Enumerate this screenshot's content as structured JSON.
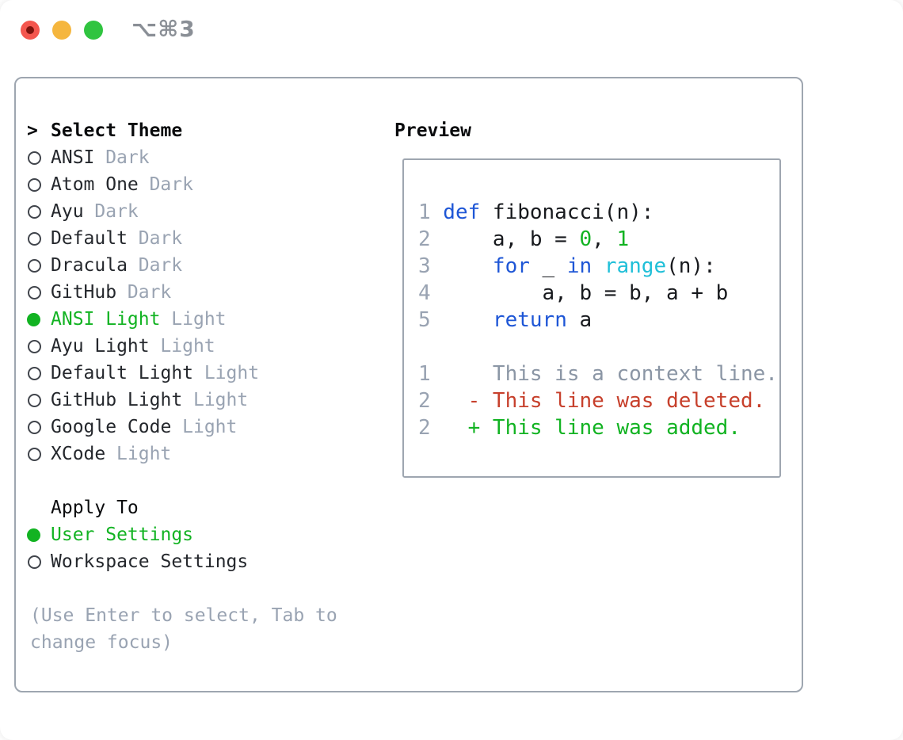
{
  "window": {
    "shortcut_label": "⌥⌘3",
    "traffic_lights": [
      {
        "name": "close-button",
        "color": "#f4564e",
        "inner_dot_color": "#7e130d"
      },
      {
        "name": "minimize-button",
        "color": "#f5b63e",
        "inner_dot_color": null
      },
      {
        "name": "zoom-button",
        "color": "#30c440",
        "inner_dot_color": null
      }
    ]
  },
  "theme_panel": {
    "title_prefix": ">",
    "title": "Select Theme",
    "items": [
      {
        "label": "ANSI",
        "variant": "Dark",
        "selected": false
      },
      {
        "label": "Atom One",
        "variant": "Dark",
        "selected": false
      },
      {
        "label": "Ayu",
        "variant": "Dark",
        "selected": false
      },
      {
        "label": "Default",
        "variant": "Dark",
        "selected": false
      },
      {
        "label": "Dracula",
        "variant": "Dark",
        "selected": false
      },
      {
        "label": "GitHub",
        "variant": "Dark",
        "selected": false
      },
      {
        "label": "ANSI Light",
        "variant": "Light",
        "selected": true
      },
      {
        "label": "Ayu Light",
        "variant": "Light",
        "selected": false
      },
      {
        "label": "Default Light",
        "variant": "Light",
        "selected": false
      },
      {
        "label": "GitHub Light",
        "variant": "Light",
        "selected": false
      },
      {
        "label": "Google Code",
        "variant": "Light",
        "selected": false
      },
      {
        "label": "XCode",
        "variant": "Light",
        "selected": false
      }
    ],
    "apply_to": {
      "title": "Apply To",
      "options": [
        {
          "label": "User Settings",
          "selected": true
        },
        {
          "label": "Workspace Settings",
          "selected": false
        }
      ]
    },
    "hint": "(Use Enter to select, Tab to change focus)"
  },
  "preview_panel": {
    "title": "Preview",
    "code_lines": [
      {
        "num": "1",
        "segments": [
          {
            "text": "def",
            "color": "keyword"
          },
          {
            "text": " fibonacci(n):",
            "color": "plain"
          }
        ]
      },
      {
        "num": "2",
        "segments": [
          {
            "text": "    a, b = ",
            "color": "plain"
          },
          {
            "text": "0",
            "color": "number"
          },
          {
            "text": ", ",
            "color": "plain"
          },
          {
            "text": "1",
            "color": "number"
          }
        ]
      },
      {
        "num": "3",
        "segments": [
          {
            "text": "    ",
            "color": "plain"
          },
          {
            "text": "for",
            "color": "keyword"
          },
          {
            "text": " _ ",
            "color": "plain"
          },
          {
            "text": "in",
            "color": "keyword"
          },
          {
            "text": " ",
            "color": "plain"
          },
          {
            "text": "range",
            "color": "builtin"
          },
          {
            "text": "(n):",
            "color": "plain"
          }
        ]
      },
      {
        "num": "4",
        "segments": [
          {
            "text": "        a, b = b, a + b",
            "color": "plain"
          }
        ]
      },
      {
        "num": "5",
        "segments": [
          {
            "text": "    ",
            "color": "plain"
          },
          {
            "text": "return",
            "color": "keyword"
          },
          {
            "text": " a",
            "color": "plain"
          }
        ]
      }
    ],
    "diff_lines": [
      {
        "num": "1",
        "segments": [
          {
            "text": "    This is a context line.",
            "color": "context"
          }
        ]
      },
      {
        "num": "2",
        "segments": [
          {
            "text": "  ",
            "color": "plain"
          },
          {
            "text": "- This line was deleted.",
            "color": "deleted"
          }
        ]
      },
      {
        "num": "2",
        "segments": [
          {
            "text": "  ",
            "color": "plain"
          },
          {
            "text": "+ This line was added.",
            "color": "added"
          }
        ]
      }
    ]
  },
  "colors": {
    "plain": "#17191d",
    "keyword": "#1e56d6",
    "builtin": "#1fbfd8",
    "number": "#12b322",
    "added": "#12b322",
    "deleted": "#c7402c",
    "context": "#8b96a5",
    "line_number": "#99a3b2",
    "selected": "#12b322",
    "muted": "#99a3b2",
    "item_text": "#24272c",
    "title_text": "#0a0b0d",
    "border": "#9ea6b0",
    "radio_outline": "#41454c",
    "shortcut": "#8a8f96"
  }
}
